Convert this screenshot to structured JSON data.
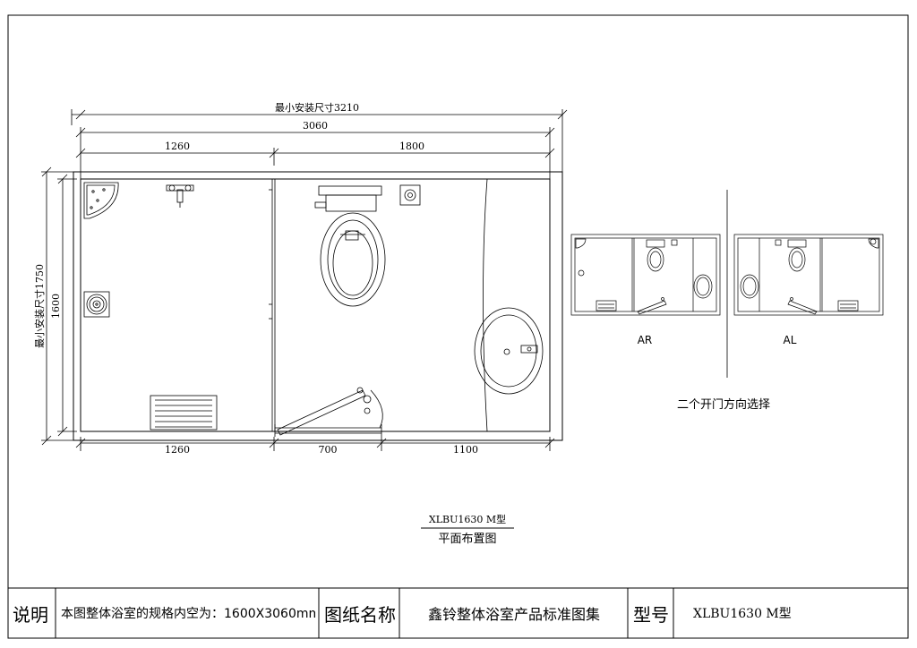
{
  "dimensions": {
    "min_install_width": "最小安装尺寸3210",
    "overall_width": "3060",
    "top_left": "1260",
    "top_right": "1800",
    "bottom_left": "1260",
    "bottom_middle": "700",
    "bottom_right": "1100",
    "min_install_height": "最小安装尺寸1750",
    "inner_height": "1600"
  },
  "variants": {
    "ar_label": "AR",
    "al_label": "AL",
    "door_choice_note": "二个开门方向选择"
  },
  "caption": {
    "model": "XLBU1630 M型",
    "plan_title": "平面布置图"
  },
  "title_block": {
    "note_label": "说明",
    "note_text": "本图整体浴室的规格内空为：1600X3060mm。",
    "drawing_name_label": "图纸名称",
    "drawing_name": "鑫铃整体浴室产品标准图集",
    "model_label": "型号",
    "model_value": "XLBU1630 M型"
  }
}
